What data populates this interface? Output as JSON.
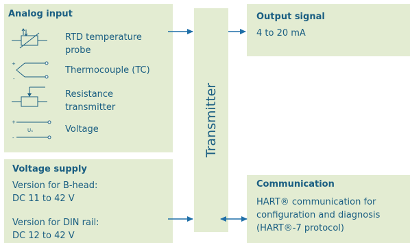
{
  "analog_input": {
    "title": "Analog input",
    "items": [
      {
        "label": "RTD temperature probe"
      },
      {
        "label": "Thermocouple (TC)"
      },
      {
        "label": "Resistance transmitter"
      },
      {
        "label": "Voltage"
      }
    ],
    "voltage_symbol_label": "Uₓ"
  },
  "transmitter": {
    "label": "Transmitter"
  },
  "output_signal": {
    "title": "Output signal",
    "value": "4 to 20 mA"
  },
  "voltage_supply": {
    "title": "Voltage supply",
    "version_bhead": "Version for B-head:",
    "bhead_range": "DC 11 to 42 V",
    "version_din": "Version for DIN rail:",
    "din_range": "DC 12 to 42 V"
  },
  "communication": {
    "title": "Communication",
    "description": "HART® communication for configuration and diagnosis (HART®-7 protocol)"
  },
  "colors": {
    "box_fill": "#e3ecd2",
    "text": "#1a5e82",
    "arrow": "#1f6fa8"
  }
}
